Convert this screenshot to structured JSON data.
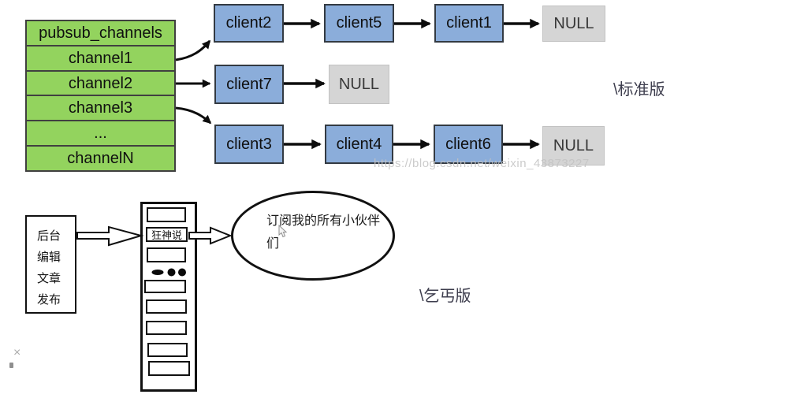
{
  "page": {
    "watermark": "https://blog.csdn.net/weixin_43873227",
    "close_icon_glyph": "×"
  },
  "standard": {
    "version_label": "\\标准版",
    "table_header": "pubsub_channels",
    "table_rows": [
      "channel1",
      "channel2",
      "channel3",
      "...",
      "channelN"
    ],
    "lists": [
      {
        "nodes": [
          "client2",
          "client5",
          "client1"
        ],
        "terminator": "NULL"
      },
      {
        "nodes": [
          "client7"
        ],
        "terminator": "NULL"
      },
      {
        "nodes": [
          "client3",
          "client4",
          "client6"
        ],
        "terminator": "NULL"
      }
    ]
  },
  "beggar": {
    "version_label": "\\乞丐版",
    "publisher_lines": [
      "后台",
      "编辑",
      "文章",
      "发布"
    ],
    "queue_item_label": "狂神说",
    "subscriber_text_line1": "订阅我的所有小伙伴",
    "subscriber_text_line2": "们"
  },
  "colors": {
    "channel_green": "#93d35e",
    "channel_border": "#404040",
    "client_blue": "#8badda",
    "client_border": "#333a42",
    "null_grey": "#d5d5d5",
    "diagram_ink": "#111111",
    "arrow_black": "#0d0d0d",
    "version_label_text": "#3d3d4d",
    "watermark_grey": "#c3c3c3"
  }
}
